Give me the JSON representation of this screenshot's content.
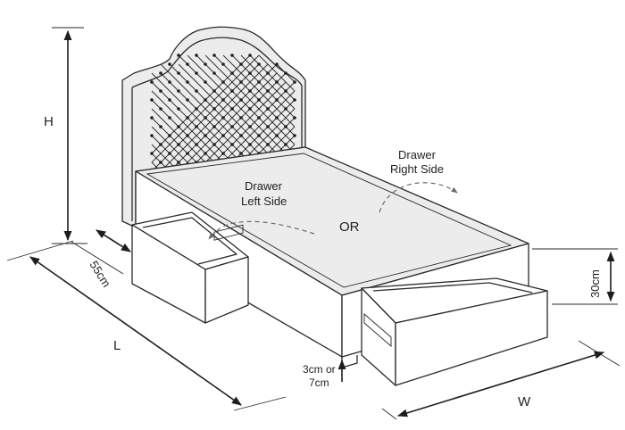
{
  "labels": {
    "height": "H",
    "depth_drawer": "55cm",
    "length": "L",
    "width": "W",
    "drawer_height": "30cm",
    "clearance_line1": "3cm or",
    "clearance_line2": "7cm",
    "or": "OR",
    "drawer_left_line1": "Drawer",
    "drawer_left_line2": "Left Side",
    "drawer_right_line1": "Drawer",
    "drawer_right_line2": "Right Side"
  },
  "colors": {
    "line": "#2a2a2a",
    "fabric": "#ececec",
    "dash": "#6a6a6a"
  }
}
